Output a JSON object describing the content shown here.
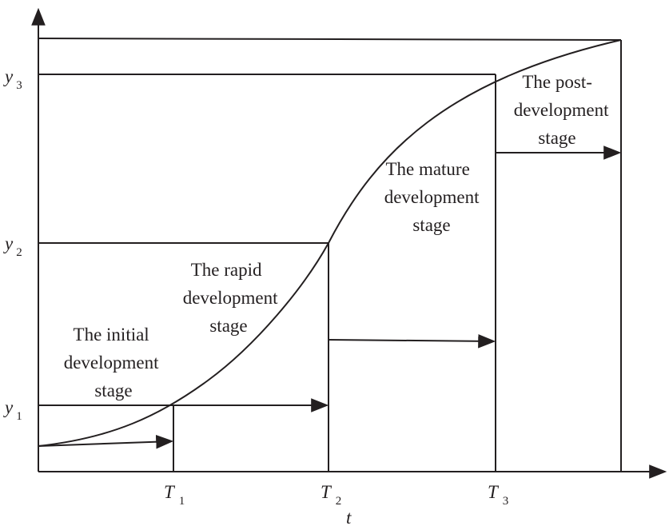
{
  "diagram": {
    "colors": {
      "line": "#231f20",
      "background": "#ffffff"
    },
    "x_axis": {
      "label": "t",
      "ticks": [
        {
          "main": "T",
          "sub": "1"
        },
        {
          "main": "T",
          "sub": "2"
        },
        {
          "main": "T",
          "sub": "3"
        }
      ]
    },
    "y_axis": {
      "ticks": [
        {
          "main": "y",
          "sub": "1"
        },
        {
          "main": "y",
          "sub": "2"
        },
        {
          "main": "y",
          "sub": "3"
        }
      ]
    },
    "stages": [
      {
        "lines": [
          "The initial",
          "development",
          "stage"
        ]
      },
      {
        "lines": [
          "The rapid",
          "development",
          "stage"
        ]
      },
      {
        "lines": [
          "The mature",
          "development",
          "stage"
        ]
      },
      {
        "lines": [
          "The post-",
          "development",
          "stage"
        ]
      }
    ]
  }
}
